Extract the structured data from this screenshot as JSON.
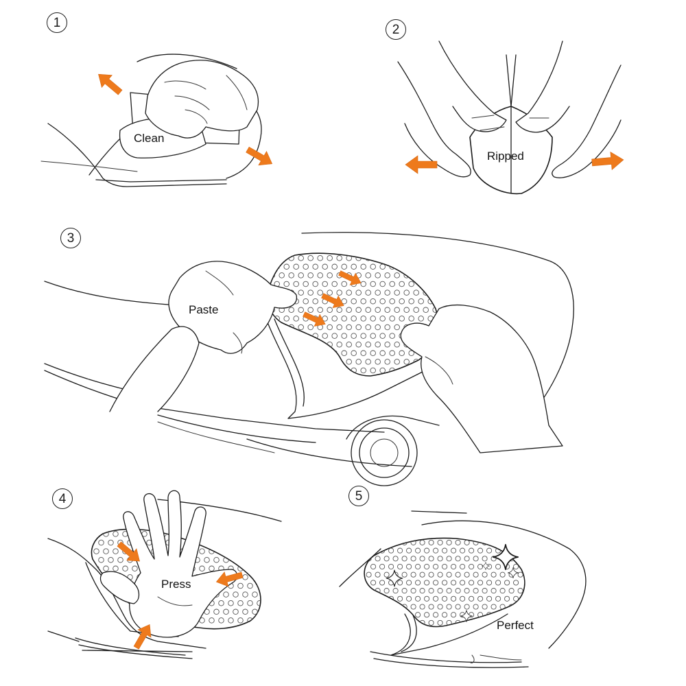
{
  "steps": [
    {
      "number": "1",
      "caption": "Clean"
    },
    {
      "number": "2",
      "caption": "Ripped"
    },
    {
      "number": "3",
      "caption": "Paste"
    },
    {
      "number": "4",
      "caption": "Press"
    },
    {
      "number": "5",
      "caption": "Perfect"
    }
  ],
  "colors": {
    "arrow": "#ee7a1c",
    "line": "#1a1a1a",
    "background": "#ffffff"
  },
  "icons": [
    "arrow-icon",
    "sparkle-icon"
  ]
}
